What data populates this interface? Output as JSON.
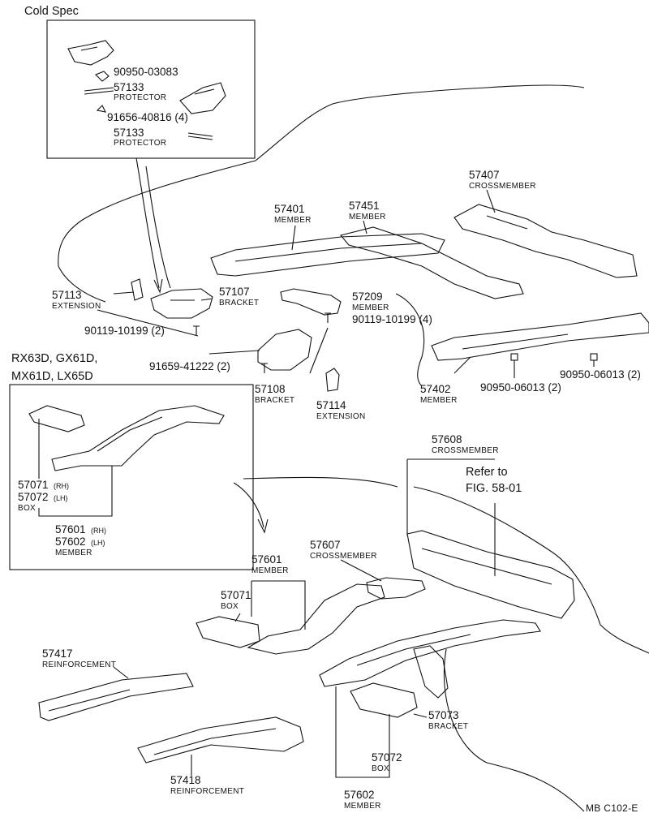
{
  "diagram": {
    "cold_spec": {
      "title": "Cold Spec",
      "p1": "90950-03083",
      "p2_num": "57133",
      "p2_name": "PROTECTOR",
      "p3": "91656-40816 (4)",
      "p4_num": "57133",
      "p4_name": "PROTECTOR"
    },
    "models_box": {
      "title_line1": "RX63D,  GX61D,",
      "title_line2": "MX61D,  LX65D",
      "p1_num": "57071",
      "p1_side": "(RH)",
      "p2_num": "57072",
      "p2_side": "(LH)",
      "p12_name": "BOX",
      "p3_num": "57601",
      "p3_side": "(RH)",
      "p4_num": "57602",
      "p4_side": "(LH)",
      "p34_name": "MEMBER"
    },
    "parts": [
      {
        "id": "57401",
        "num": "57401",
        "name": "MEMBER"
      },
      {
        "id": "57451",
        "num": "57451",
        "name": "MEMBER"
      },
      {
        "id": "57407",
        "num": "57407",
        "name": "CROSSMEMBER"
      },
      {
        "id": "57113",
        "num": "57113",
        "name": "EXTENSION"
      },
      {
        "id": "57107",
        "num": "57107",
        "name": "BRACKET"
      },
      {
        "id": "57209",
        "num": "57209",
        "name": "MEMBER"
      },
      {
        "id": "57108",
        "num": "57108",
        "name": "BRACKET"
      },
      {
        "id": "57114",
        "num": "57114",
        "name": "EXTENSION"
      },
      {
        "id": "57402",
        "num": "57402",
        "name": "MEMBER"
      },
      {
        "id": "57608",
        "num": "57608",
        "name": "CROSSMEMBER"
      },
      {
        "id": "57607",
        "num": "57607",
        "name": "CROSSMEMBER"
      },
      {
        "id": "57601",
        "num": "57601",
        "name": "MEMBER"
      },
      {
        "id": "57071",
        "num": "57071",
        "name": "BOX"
      },
      {
        "id": "57417",
        "num": "57417",
        "name": "REINFORCEMENT"
      },
      {
        "id": "57418",
        "num": "57418",
        "name": "REINFORCEMENT"
      },
      {
        "id": "57073",
        "num": "57073",
        "name": "BRACKET"
      },
      {
        "id": "57072",
        "num": "57072",
        "name": "BOX"
      },
      {
        "id": "57602",
        "num": "57602",
        "name": "MEMBER"
      }
    ],
    "fasteners": {
      "f1": "90119-10199 (2)",
      "f2": "90119-10199 (4)",
      "f3": "91659-41222 (2)",
      "f4": "90950-06013 (2)",
      "f5": "90950-06013 (2)"
    },
    "refer": {
      "line1": "Refer to",
      "line2": "FIG. 58-01"
    },
    "footer": "MB  C102-E"
  }
}
